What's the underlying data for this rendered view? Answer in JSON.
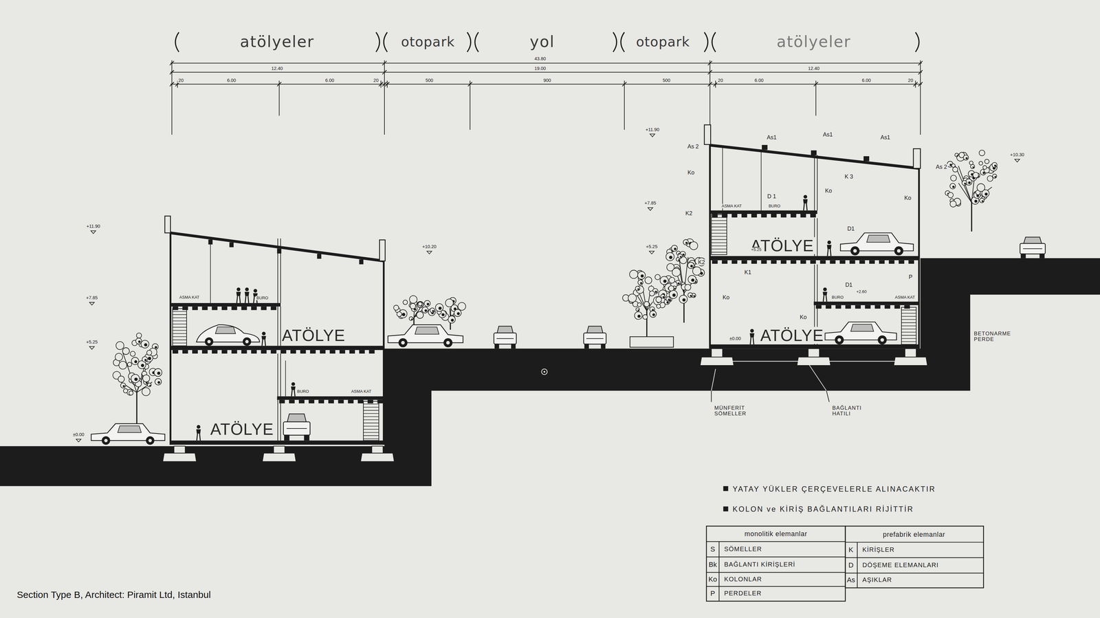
{
  "diagram": {
    "caption": "Section Type B, Architect: Piramit Ltd, Istanbul",
    "labels": [
      "atölyeler",
      "otopark",
      "yol",
      "otopark",
      "atölyeler",
      "43.80",
      "12.40",
      "19.00",
      "12.40",
      "20",
      "6.00",
      "6.00",
      "20",
      "500",
      "900",
      "500",
      "20",
      "6.00",
      "6.00",
      "20",
      "+11.90",
      "+7.85",
      "+5.25",
      "±0.00",
      "+10.20",
      "+11.90",
      "+7.85",
      "+5.25",
      "+10.30",
      "ASMA KAT",
      "BURO",
      "ATÖLYE",
      "BURO",
      "ASMA KAT",
      "ATÖLYE",
      "As 2",
      "As1",
      "As1",
      "As1",
      "As 2",
      "Ko",
      "K 3",
      "Ko",
      "Ko",
      "D 1",
      "K2",
      "ASMA KAT",
      "BURO",
      "ATÖLYE",
      "D1",
      "+5.25",
      "K2",
      "K1",
      "D1",
      "Ko",
      "BURO",
      "+2.60",
      "ASMA KAT",
      "P",
      "Ko",
      "±0.00",
      "ATÖLYE",
      "BETONARME PERDE",
      "MÜNFERİT SÖMELLER",
      "BAĞLANTI HATILI",
      "YATAY YÜKLER ÇERÇEVELERLE ALINACAKTIR",
      "KOLON ve KİRİŞ BAĞLANTILARI RİJİTTİR",
      "monolitik elemanlar",
      "prefabrik elemanlar",
      "S",
      "SÖMELLER",
      "Bk",
      "BAĞLANTI KİRİŞLERİ",
      "Ko",
      "KOLONLAR",
      "P",
      "PERDELER",
      "K",
      "KİRİŞLER",
      "D",
      "DÖŞEME ELEMANLARI",
      "As",
      "AŞIKLAR"
    ]
  }
}
